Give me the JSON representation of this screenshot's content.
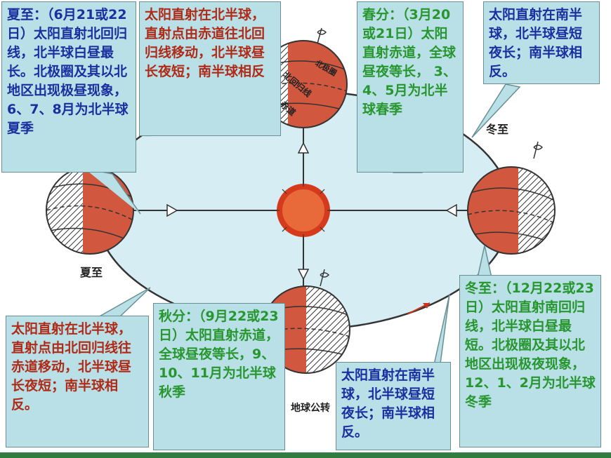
{
  "colors": {
    "callout_bg": "#b8e0e6",
    "blue_text": "#1a2fa0",
    "red_text": "#b02a18",
    "green_text": "#27962e",
    "orbit_fill": "#d6eef3",
    "earth_day": "#d2573f",
    "sun": "#d53a1c"
  },
  "labels": {
    "summer": "夏至",
    "winter": "冬至",
    "orbit": "地球公转"
  },
  "earth_labels": {
    "arctic": "北极圈",
    "tropic": "北回归线",
    "equator": "赤道"
  },
  "callouts": {
    "summer_solstice": "夏至：（6月21或22日）太阳直射北回归线，北半球白昼最长。北极圈及其以北地区出现极昼现象，6、7、8月为北半球夏季",
    "to_spring": "太阳直射在北半球，直射点由赤道往北回归线移动，北半球昼长夜短；南半球相反",
    "spring_equinox": "春分：（3月20 或21日）太阳直射赤道，全球昼夜等长， 3、4、5月为北半球春季",
    "south_top_right": "太阳直射在南半球，北半球昼短夜长；南半球相反。",
    "to_autumn": "太阳直射在北半球， 直射点由北回归线往赤道移动，北半球昼长夜短；南半球相反。",
    "autumn_equinox": "秋分：（9月22或23日）太阳直射赤道，全球昼夜等长，9、10、11月为北半球秋季",
    "south_bottom": "太阳直射在南半球，北半球昼短夜长；南半球相反。",
    "winter_solstice": "冬至：（12月22或23日）太阳直射南回归线，北半球白昼最短。北极圈及其以北地区出现极夜现象，12、1、2月为北半球冬季"
  }
}
